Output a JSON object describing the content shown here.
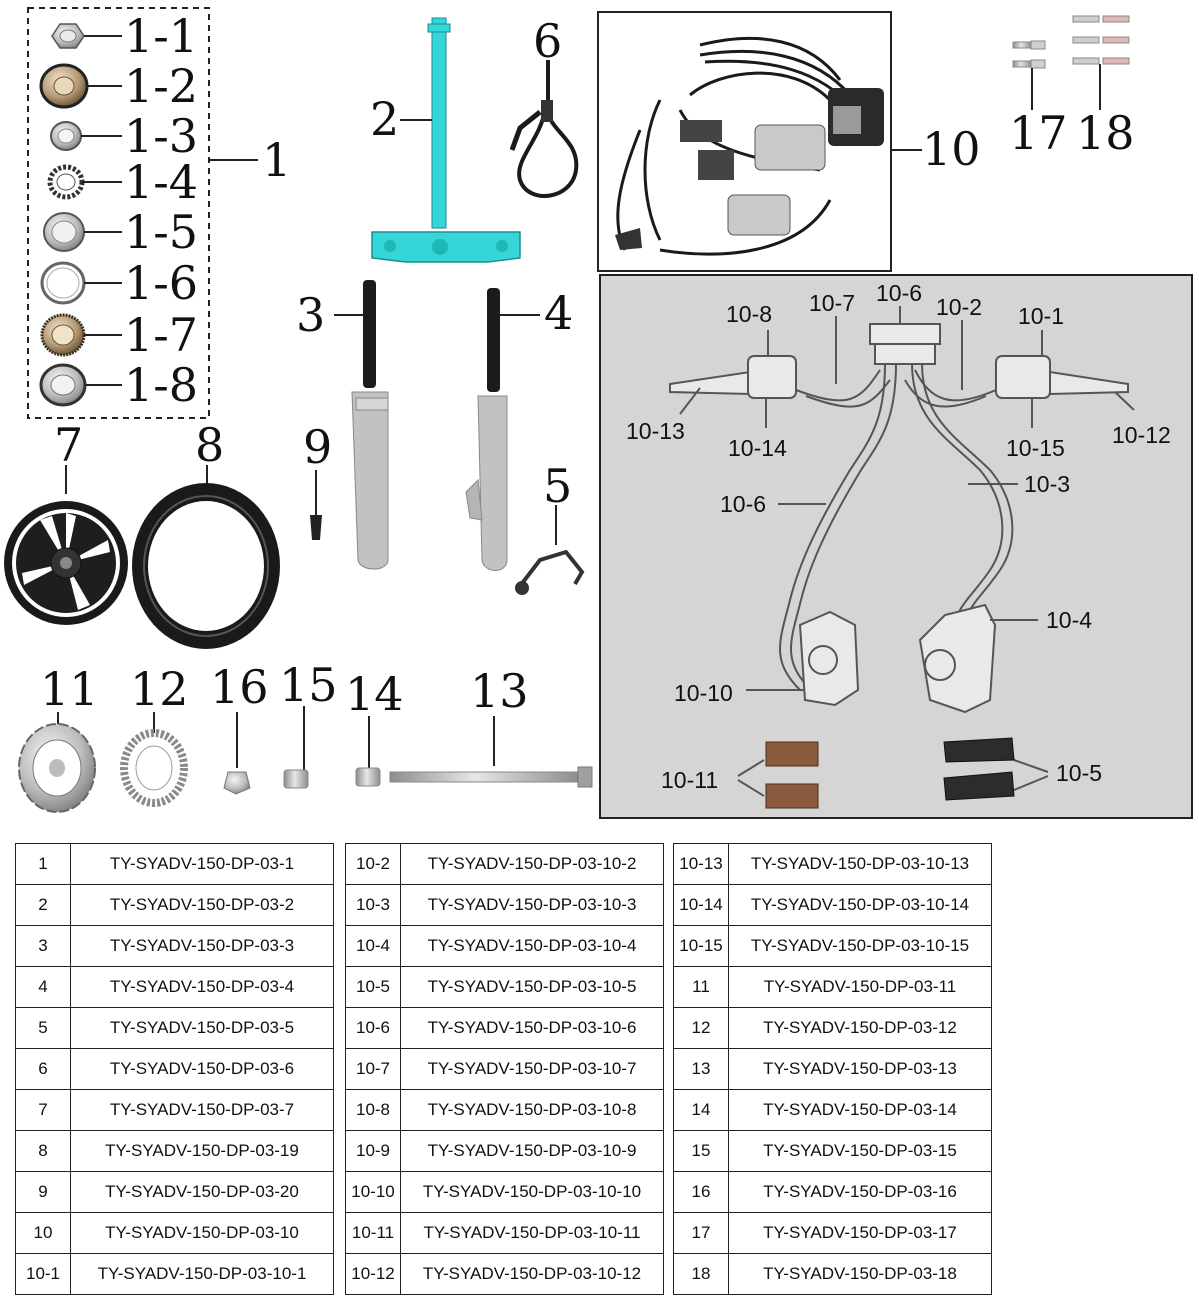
{
  "callouts": {
    "c1_1": "1-1",
    "c1_2": "1-2",
    "c1_3": "1-3",
    "c1_4": "1-4",
    "c1_5": "1-5",
    "c1_6": "1-6",
    "c1_7": "1-7",
    "c1_8": "1-8",
    "c1": "1",
    "c2": "2",
    "c3": "3",
    "c4": "4",
    "c5": "5",
    "c6": "6",
    "c7": "7",
    "c8": "8",
    "c9": "9",
    "c10": "10",
    "c11": "11",
    "c12": "12",
    "c13": "13",
    "c14": "14",
    "c15": "15",
    "c16": "16",
    "c17": "17",
    "c18": "18"
  },
  "inset_callouts": {
    "a10_8": "10-8",
    "a10_7": "10-7",
    "a10_6_top": "10-6",
    "a10_2": "10-2",
    "a10_1": "10-1",
    "a10_13": "10-13",
    "a10_14": "10-14",
    "a10_15": "10-15",
    "a10_12": "10-12",
    "a10_3": "10-3",
    "a10_6": "10-6",
    "a10_4": "10-4",
    "a10_10": "10-10",
    "a10_11": "10-11",
    "a10_5": "10-5"
  },
  "parts_table": [
    [
      {
        "no": "1",
        "code": "TY-SYADV-150-DP-03-1"
      },
      {
        "no": "2",
        "code": "TY-SYADV-150-DP-03-2"
      },
      {
        "no": "3",
        "code": "TY-SYADV-150-DP-03-3"
      },
      {
        "no": "4",
        "code": "TY-SYADV-150-DP-03-4"
      },
      {
        "no": "5",
        "code": "TY-SYADV-150-DP-03-5"
      },
      {
        "no": "6",
        "code": "TY-SYADV-150-DP-03-6"
      },
      {
        "no": "7",
        "code": "TY-SYADV-150-DP-03-7"
      },
      {
        "no": "8",
        "code": "TY-SYADV-150-DP-03-19"
      },
      {
        "no": "9",
        "code": "TY-SYADV-150-DP-03-20"
      },
      {
        "no": "10",
        "code": "TY-SYADV-150-DP-03-10"
      },
      {
        "no": "10-1",
        "code": "TY-SYADV-150-DP-03-10-1"
      }
    ],
    [
      {
        "no": "10-2",
        "code": "TY-SYADV-150-DP-03-10-2"
      },
      {
        "no": "10-3",
        "code": "TY-SYADV-150-DP-03-10-3"
      },
      {
        "no": "10-4",
        "code": "TY-SYADV-150-DP-03-10-4"
      },
      {
        "no": "10-5",
        "code": "TY-SYADV-150-DP-03-10-5"
      },
      {
        "no": "10-6",
        "code": "TY-SYADV-150-DP-03-10-6"
      },
      {
        "no": "10-7",
        "code": "TY-SYADV-150-DP-03-10-7"
      },
      {
        "no": "10-8",
        "code": "TY-SYADV-150-DP-03-10-8"
      },
      {
        "no": "10-9",
        "code": "TY-SYADV-150-DP-03-10-9"
      },
      {
        "no": "10-10",
        "code": "TY-SYADV-150-DP-03-10-10"
      },
      {
        "no": "10-11",
        "code": "TY-SYADV-150-DP-03-10-11"
      },
      {
        "no": "10-12",
        "code": "TY-SYADV-150-DP-03-10-12"
      }
    ],
    [
      {
        "no": "10-13",
        "code": "TY-SYADV-150-DP-03-10-13"
      },
      {
        "no": "10-14",
        "code": "TY-SYADV-150-DP-03-10-14"
      },
      {
        "no": "10-15",
        "code": "TY-SYADV-150-DP-03-10-15"
      },
      {
        "no": "11",
        "code": "TY-SYADV-150-DP-03-11"
      },
      {
        "no": "12",
        "code": "TY-SYADV-150-DP-03-12"
      },
      {
        "no": "13",
        "code": "TY-SYADV-150-DP-03-13"
      },
      {
        "no": "14",
        "code": "TY-SYADV-150-DP-03-14"
      },
      {
        "no": "15",
        "code": "TY-SYADV-150-DP-03-15"
      },
      {
        "no": "16",
        "code": "TY-SYADV-150-DP-03-16"
      },
      {
        "no": "17",
        "code": "TY-SYADV-150-DP-03-17"
      },
      {
        "no": "18",
        "code": "TY-SYADV-150-DP-03-18"
      }
    ]
  ],
  "colors": {
    "frame_accent": "#35d6d8",
    "inset_bg": "#d5d5d5",
    "fork_silver": "#b8b8b8",
    "pad_brown": "#8a5a3c"
  }
}
